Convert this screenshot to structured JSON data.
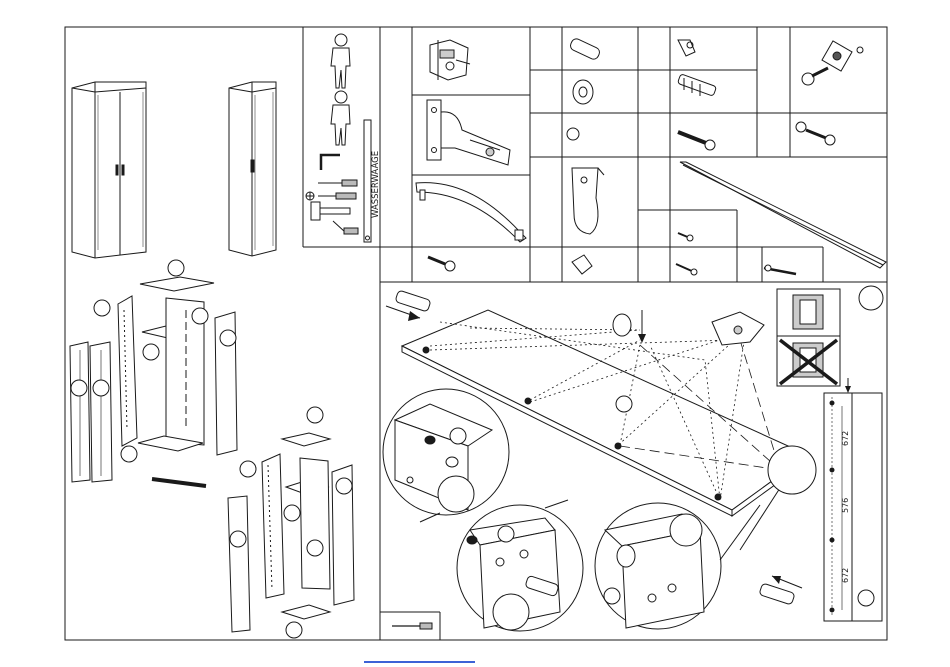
{
  "labels": {
    "level_tool": "WASSERWAAGE",
    "dim_top": "672",
    "dim_middle": "576",
    "dim_bottom": "672"
  },
  "colors": {
    "line": "#1a1a1a",
    "panel_fill": "#ffffff",
    "shade": "#d9d9d9",
    "footer_link": "#3c62d6"
  },
  "icons": [
    "person-icon",
    "two-person-icon",
    "allen-key-icon",
    "screwdriver-icon",
    "mallet-icon",
    "hinge-plate-icon",
    "hinge-icon",
    "handle-icon",
    "screw-icon",
    "dowel-icon",
    "cam-lock-icon",
    "cap-icon",
    "rail-holder-icon",
    "corner-block-icon",
    "cam-bolt-icon",
    "wall-plug-icon",
    "long-screw-icon",
    "clothes-rail-icon",
    "small-screw-icon",
    "wood-screw-icon",
    "wall-bracket-icon",
    "leveling-foot-icon",
    "shelf-pin-icon"
  ]
}
